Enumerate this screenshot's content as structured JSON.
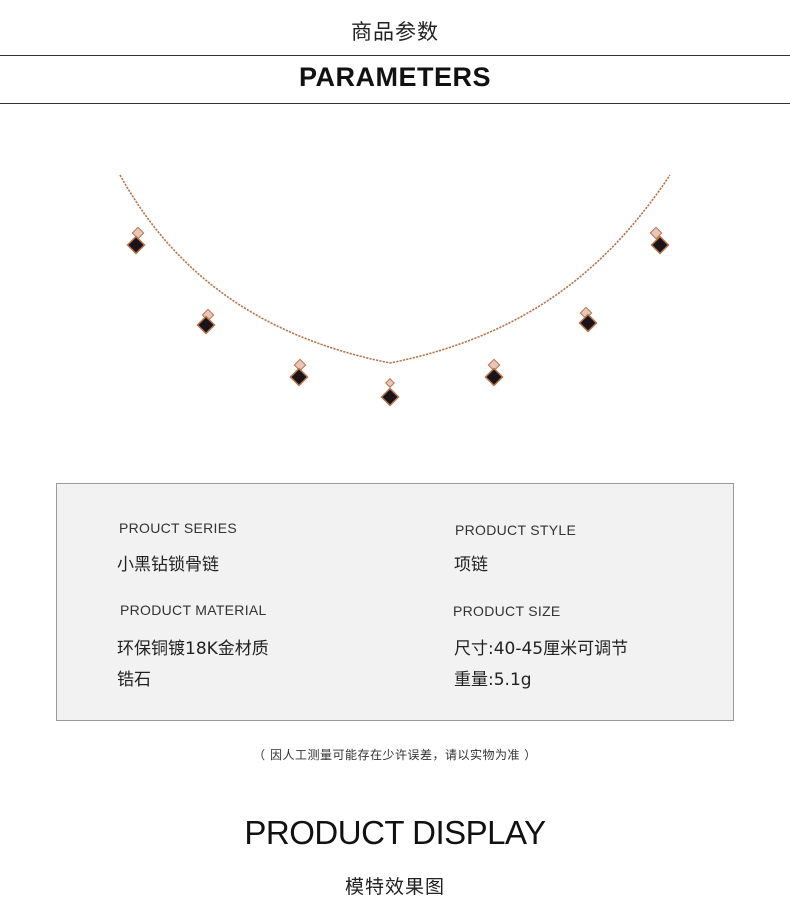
{
  "header": {
    "title_cn": "商品参数",
    "title_en": "PARAMETERS"
  },
  "product_image": {
    "icon": "necklace-image",
    "chain_color": "#b5754f",
    "stone_color": "#1a1418",
    "accent_color": "#e9c6b8"
  },
  "params": {
    "series_label": "PROUCT SERIES",
    "series_value": "小黑钻锁骨链",
    "style_label": "PRODUCT STYLE",
    "style_value": "项链",
    "material_label": "PRODUCT MATERIAL",
    "material_value_line1": "环保铜镀18K金材质",
    "material_value_line2": "锆石",
    "size_label": "PRODUCT SIZE",
    "size_value": "尺寸:40-45厘米可调节",
    "weight_value": "重量:5.1g"
  },
  "note": "（ 因人工测量可能存在少许误差，请以实物为准 ）",
  "display": {
    "title": "PRODUCT DISPLAY",
    "subtitle": "模特效果图"
  }
}
